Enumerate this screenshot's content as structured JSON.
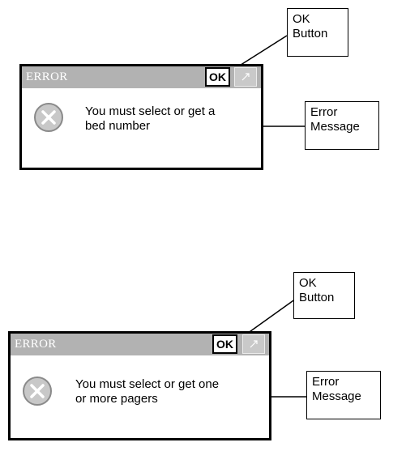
{
  "dialogs": [
    {
      "title": "ERROR",
      "ok_label": "OK",
      "message_lines": [
        "You must select or get a",
        "bed number"
      ]
    },
    {
      "title": "ERROR",
      "ok_label": "OK",
      "message_lines": [
        "You must select or get one",
        "or more pagers"
      ]
    }
  ],
  "callouts": {
    "ok": [
      "OK",
      "Button"
    ],
    "error": [
      "Error",
      "Message"
    ]
  },
  "icons": {
    "error": "error-x-circle-icon",
    "resize": "resize-arrow-icon"
  }
}
